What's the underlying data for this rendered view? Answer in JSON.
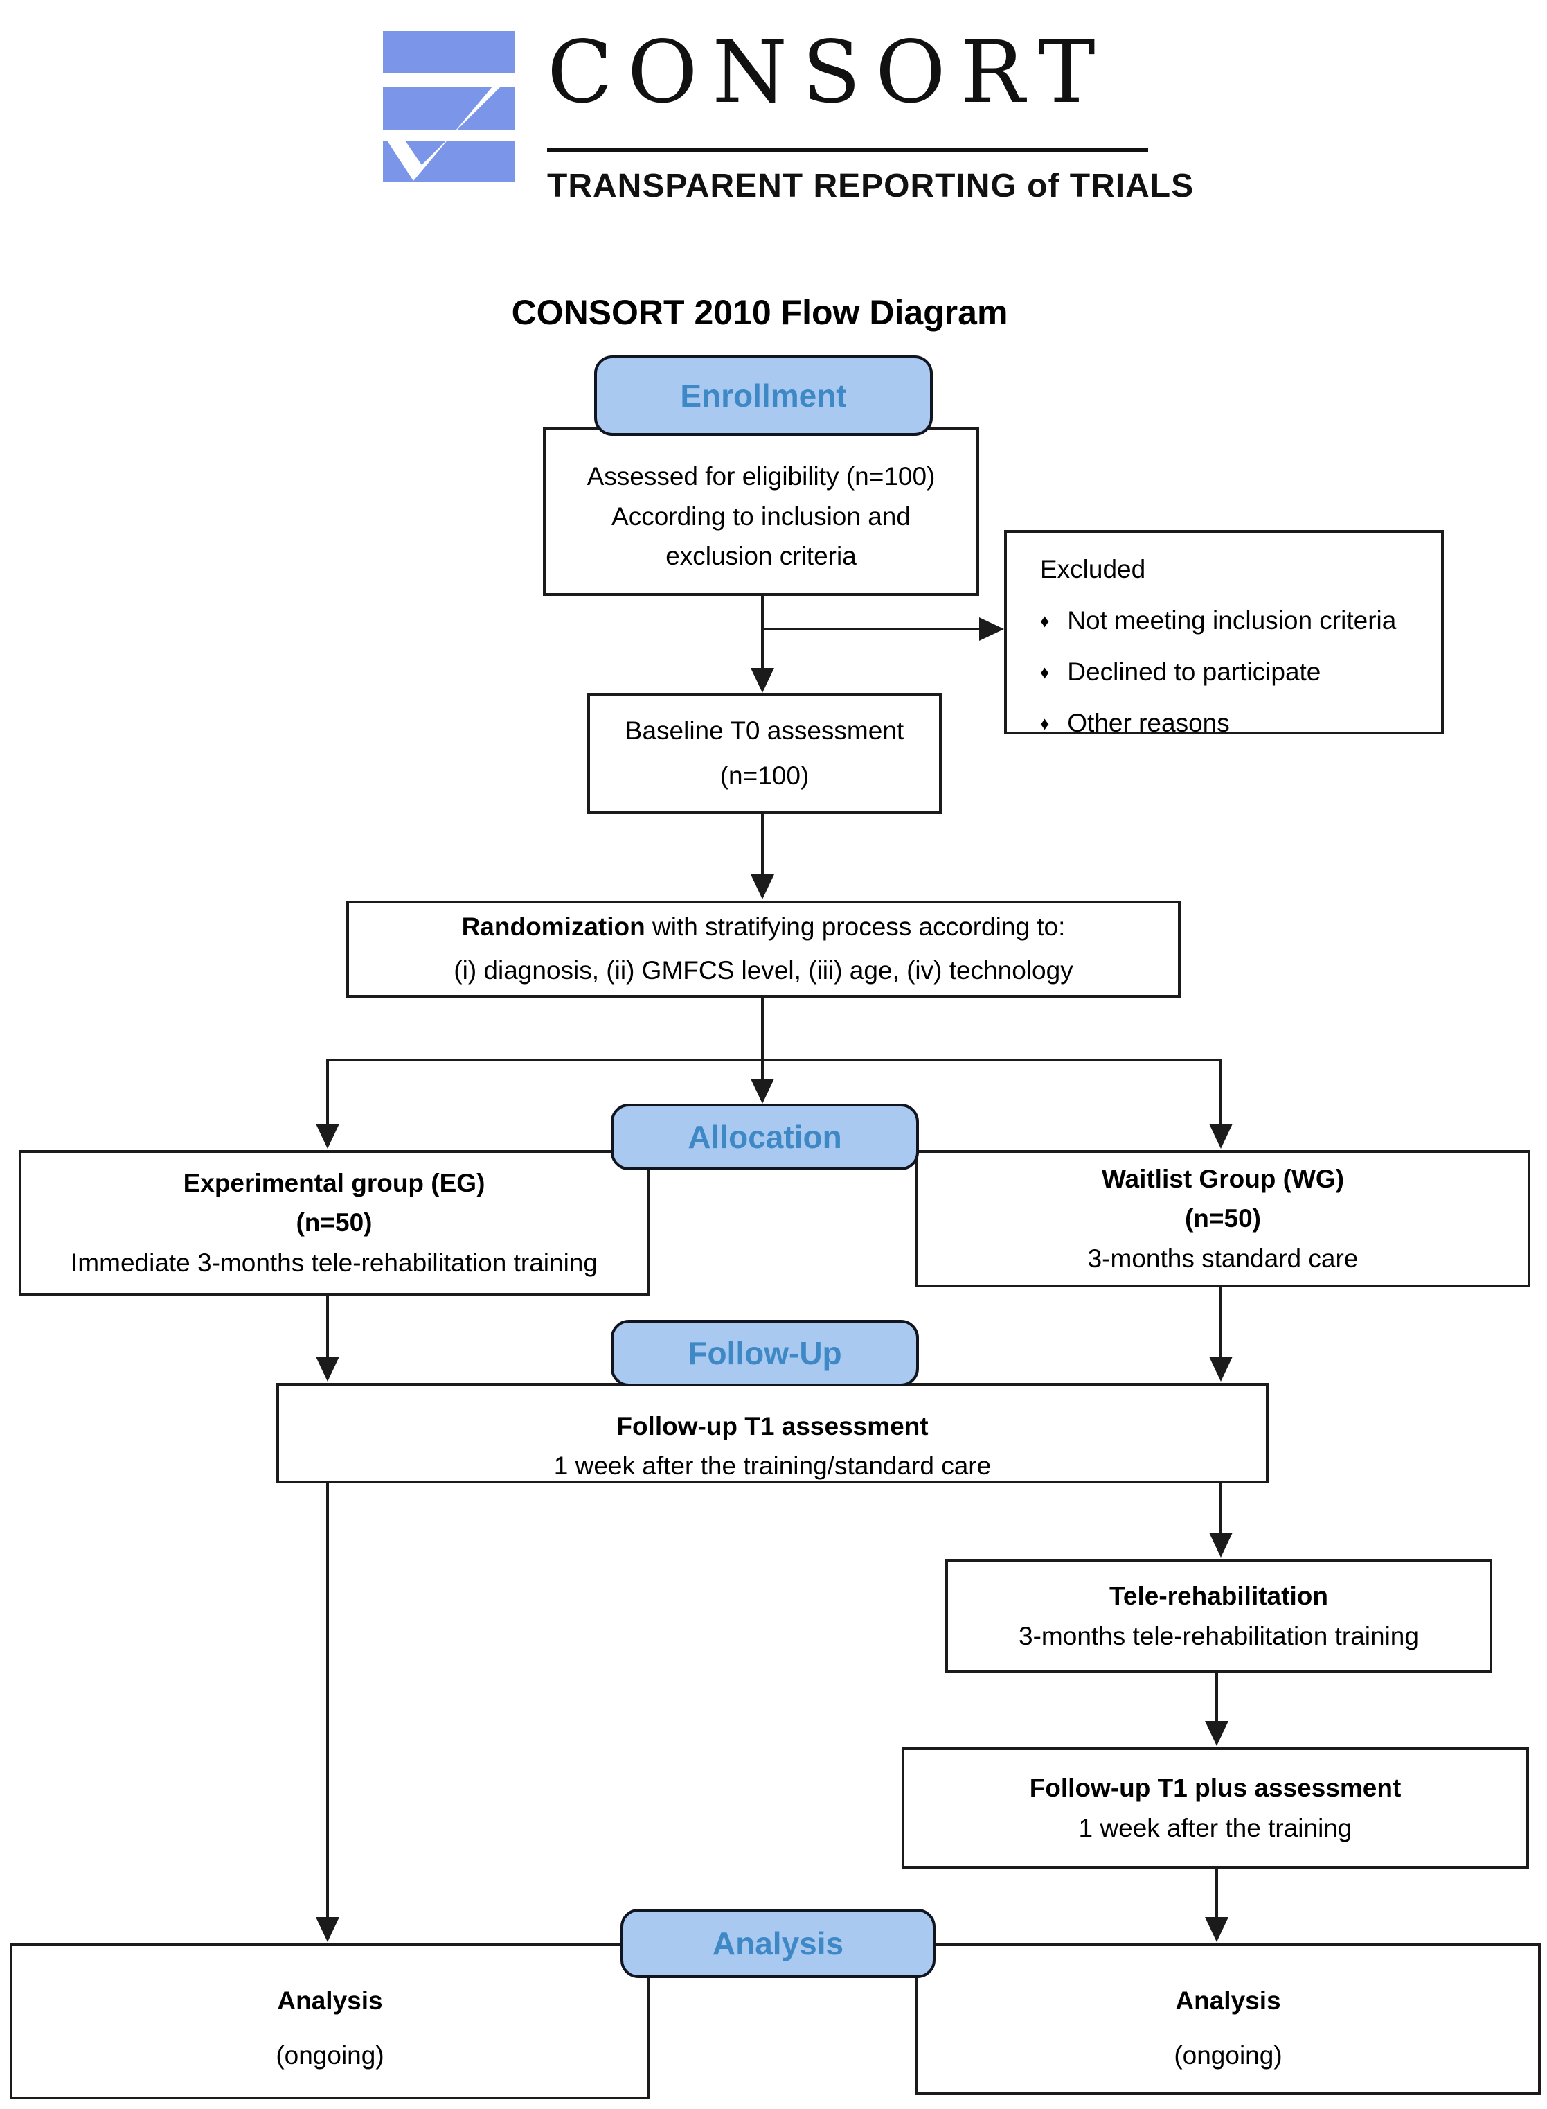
{
  "logo": {
    "brand": "CONSORT",
    "tagline": "TRANSPARENT REPORTING of TRIALS"
  },
  "page_title": "CONSORT 2010 Flow Diagram",
  "stage_labels": {
    "enrollment": "Enrollment",
    "allocation": "Allocation",
    "follow_up": "Follow-Up",
    "analysis": "Analysis"
  },
  "bullet_glyph": "♦",
  "colors": {
    "stage_fill": "#a9c9f1",
    "stage_text": "#3e88c5",
    "stage_border": "#10151f",
    "box_border": "#1b1b1b",
    "line": "#1b1b1b",
    "logo_blue": "#7b96e9"
  },
  "boxes": {
    "assessed": {
      "lines": [
        "Assessed for eligibility (n=100)",
        "According to inclusion and",
        "exclusion criteria"
      ]
    },
    "excluded": {
      "title": "Excluded",
      "bullets": [
        "Not meeting inclusion criteria",
        "Declined to participate",
        "Other reasons"
      ]
    },
    "baseline": {
      "lines": [
        "Baseline T0 assessment",
        "(n=100)"
      ]
    },
    "randomization": {
      "bold": "Randomization",
      "rest": " with stratifying process according to:",
      "line2": "(i) diagnosis, (ii) GMFCS level, (iii) age, (iv) technology"
    },
    "experimental": {
      "bold_lines": [
        "Experimental group (EG)",
        "(n=50)"
      ],
      "line": "Immediate 3-months tele-rehabilitation training"
    },
    "waitlist": {
      "bold_lines": [
        "Waitlist Group (WG)",
        "(n=50)"
      ],
      "line": "3-months standard care"
    },
    "followup_wide": {
      "bold": "Follow-up T1 assessment",
      "line": "1 week after the training/standard care"
    },
    "telerehab": {
      "bold": "Tele-rehabilitation",
      "line": "3-months tele-rehabilitation training"
    },
    "t1plus": {
      "bold": "Follow-up T1 plus assessment",
      "line": "1 week after the training"
    },
    "analysis_left": {
      "bold": "Analysis",
      "line": "(ongoing)"
    },
    "analysis_right": {
      "bold": "Analysis",
      "line": "(ongoing)"
    }
  }
}
